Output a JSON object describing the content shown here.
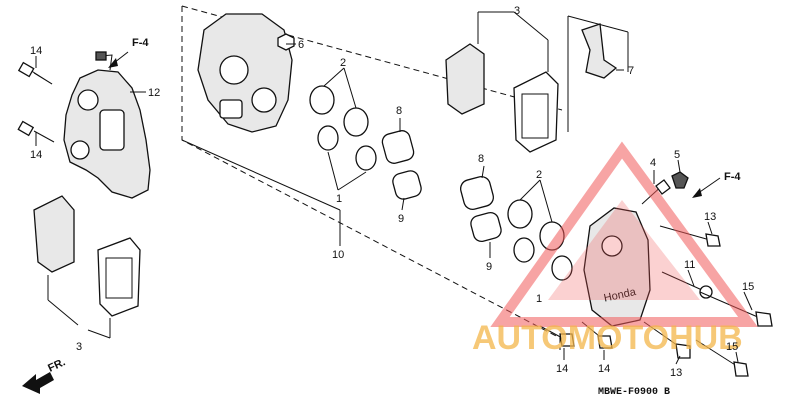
{
  "diagram": {
    "part_refs": [
      "1",
      "2",
      "3",
      "4",
      "5",
      "6",
      "7",
      "8",
      "9",
      "10",
      "11",
      "12",
      "13",
      "14",
      "15"
    ],
    "direction_refs": [
      "F-4",
      "F-4",
      "FR."
    ],
    "figure_code": "MBWE-F0900 B",
    "watermark": "AUTOMOTOHUB"
  },
  "colors": {
    "line": "#111111",
    "watermark_red": "#f05a5a",
    "watermark_orange": "#f4b64a"
  }
}
